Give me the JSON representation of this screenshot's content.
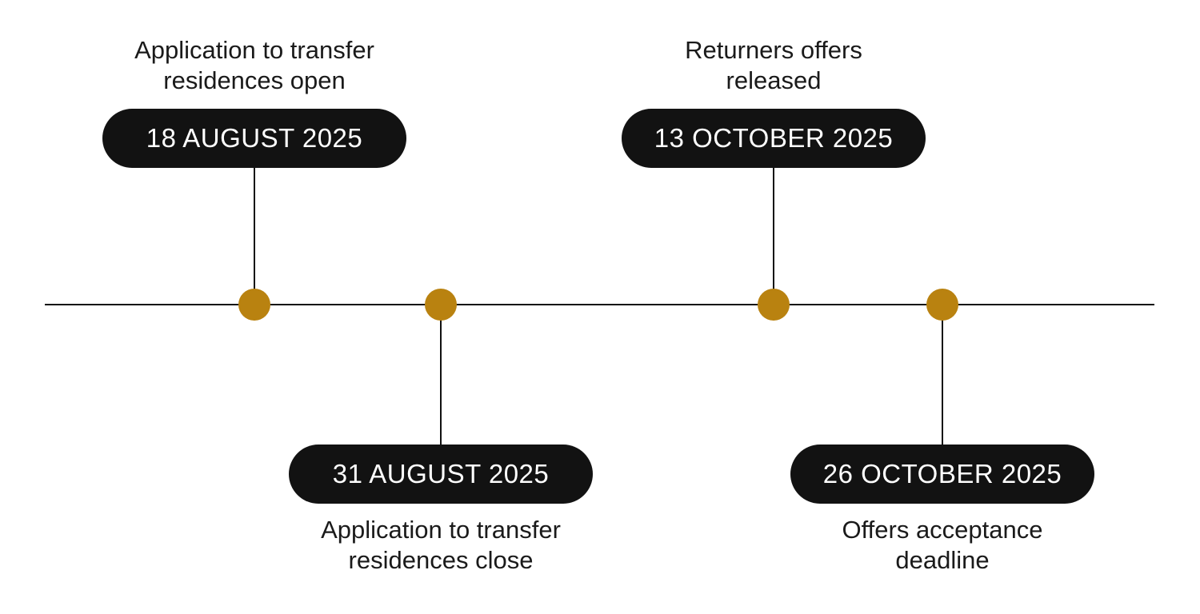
{
  "colors": {
    "accent": "#B98210",
    "pill_background": "#121212",
    "pill_text": "#ffffff",
    "label_text": "#1a1a1a",
    "line": "#111111",
    "background": "#ffffff"
  },
  "timeline": {
    "events": [
      {
        "title": "Application to transfer\nresidences open",
        "date": "18 AUGUST 2025",
        "position": "above"
      },
      {
        "title": "Application to transfer\nresidences close",
        "date": "31 AUGUST 2025",
        "position": "below"
      },
      {
        "title": "Returners offers\nreleased",
        "date": "13 OCTOBER 2025",
        "position": "above"
      },
      {
        "title": "Offers acceptance\ndeadline",
        "date": "26 OCTOBER 2025",
        "position": "below"
      }
    ]
  }
}
